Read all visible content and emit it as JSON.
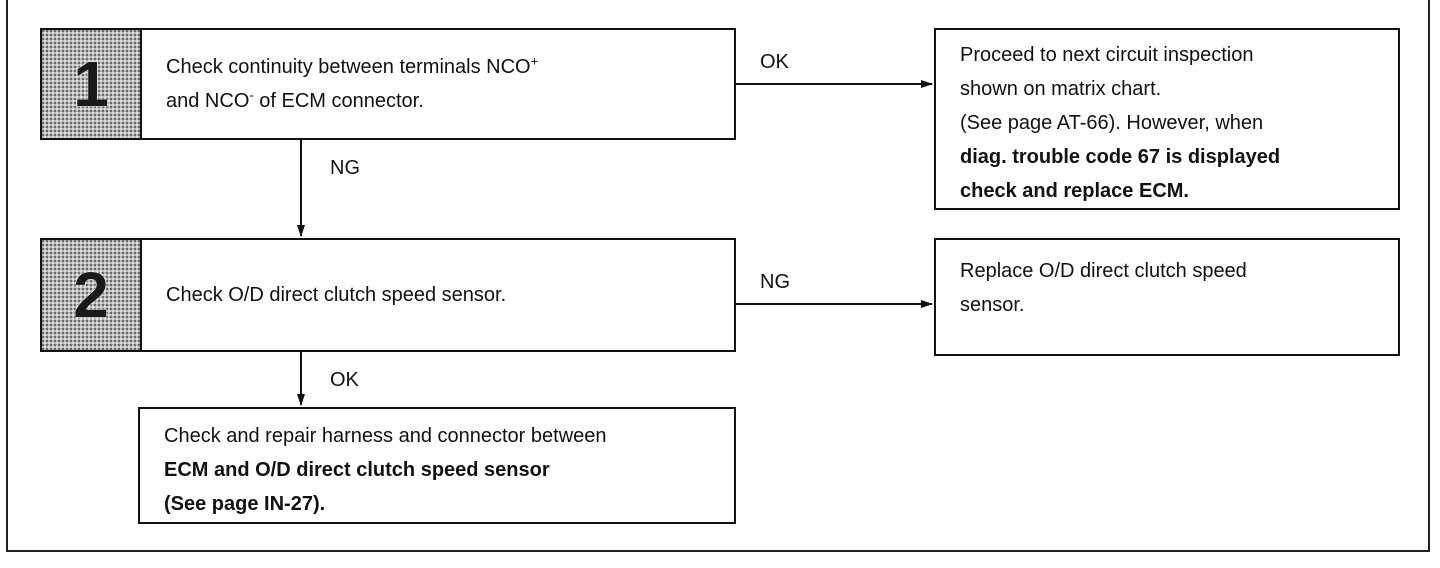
{
  "step1": {
    "number": "1",
    "line1_a": "Check continuity between terminals NCO",
    "line1_sup": "+",
    "line2_a": "and NCO",
    "line2_sup": "-",
    "line2_b": " of ECM connector."
  },
  "step1_ok": {
    "label": "OK",
    "line1": "Proceed to next circuit inspection",
    "line2": "shown on matrix chart.",
    "line3": "(See page AT-66). However, when",
    "line4": "diag. trouble code 67 is displayed",
    "line5": "check and replace ECM."
  },
  "step1_ng": {
    "label": "NG"
  },
  "step2": {
    "number": "2",
    "text": "Check O/D direct clutch speed sensor."
  },
  "step2_ng": {
    "label": "NG",
    "line1": "Replace O/D direct clutch speed",
    "line2": "sensor."
  },
  "step2_ok": {
    "label": "OK",
    "line1": "Check and repair harness and connector between",
    "line2": "ECM and O/D direct clutch speed sensor",
    "line3": "(See page IN-27)."
  }
}
